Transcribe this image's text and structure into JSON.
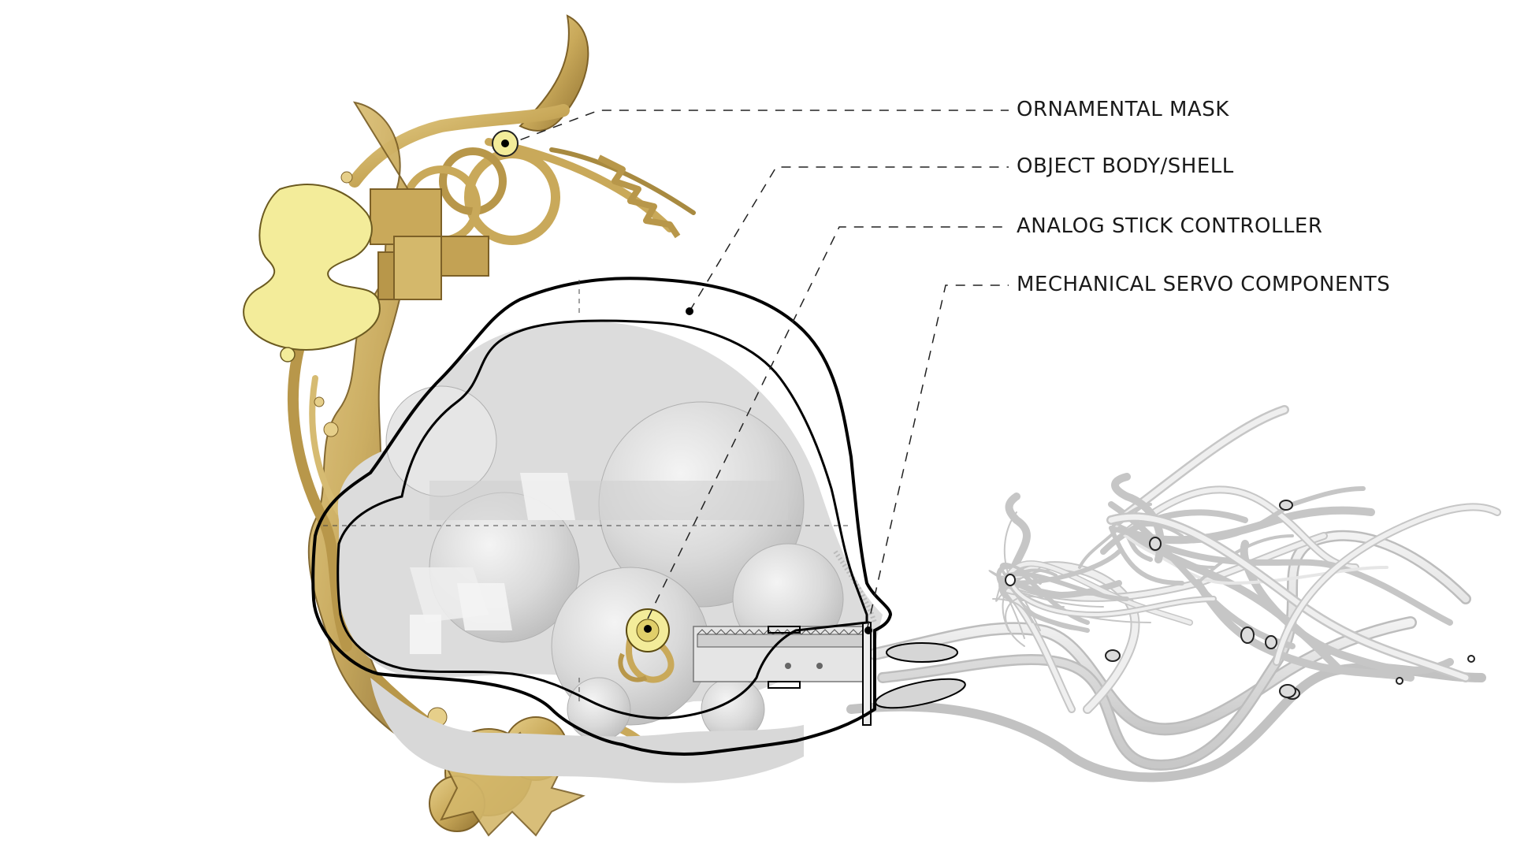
{
  "diagram": {
    "callouts": [
      {
        "id": "ornamental-mask",
        "label": "ORNAMENTAL MASK"
      },
      {
        "id": "object-body-shell",
        "label": "OBJECT BODY/SHELL"
      },
      {
        "id": "analog-stick-controller",
        "label": "ANALOG STICK CONTROLLER"
      },
      {
        "id": "mechanical-servo-components",
        "label": "MECHANICAL SERVO COMPONENTS"
      }
    ],
    "colors": {
      "background": "#ffffff",
      "ornament_gold": "#c9a95a",
      "ornament_gold_dark": "#9c7c34",
      "highlight_yellow": "#f3ec9a",
      "shell_outline": "#000000",
      "interior_grey": "#d6d6d6",
      "tube_grey": "#dedede",
      "leader_line": "#222222"
    },
    "icons": [
      "marker-dot-icon",
      "servo-gear-icon"
    ]
  }
}
